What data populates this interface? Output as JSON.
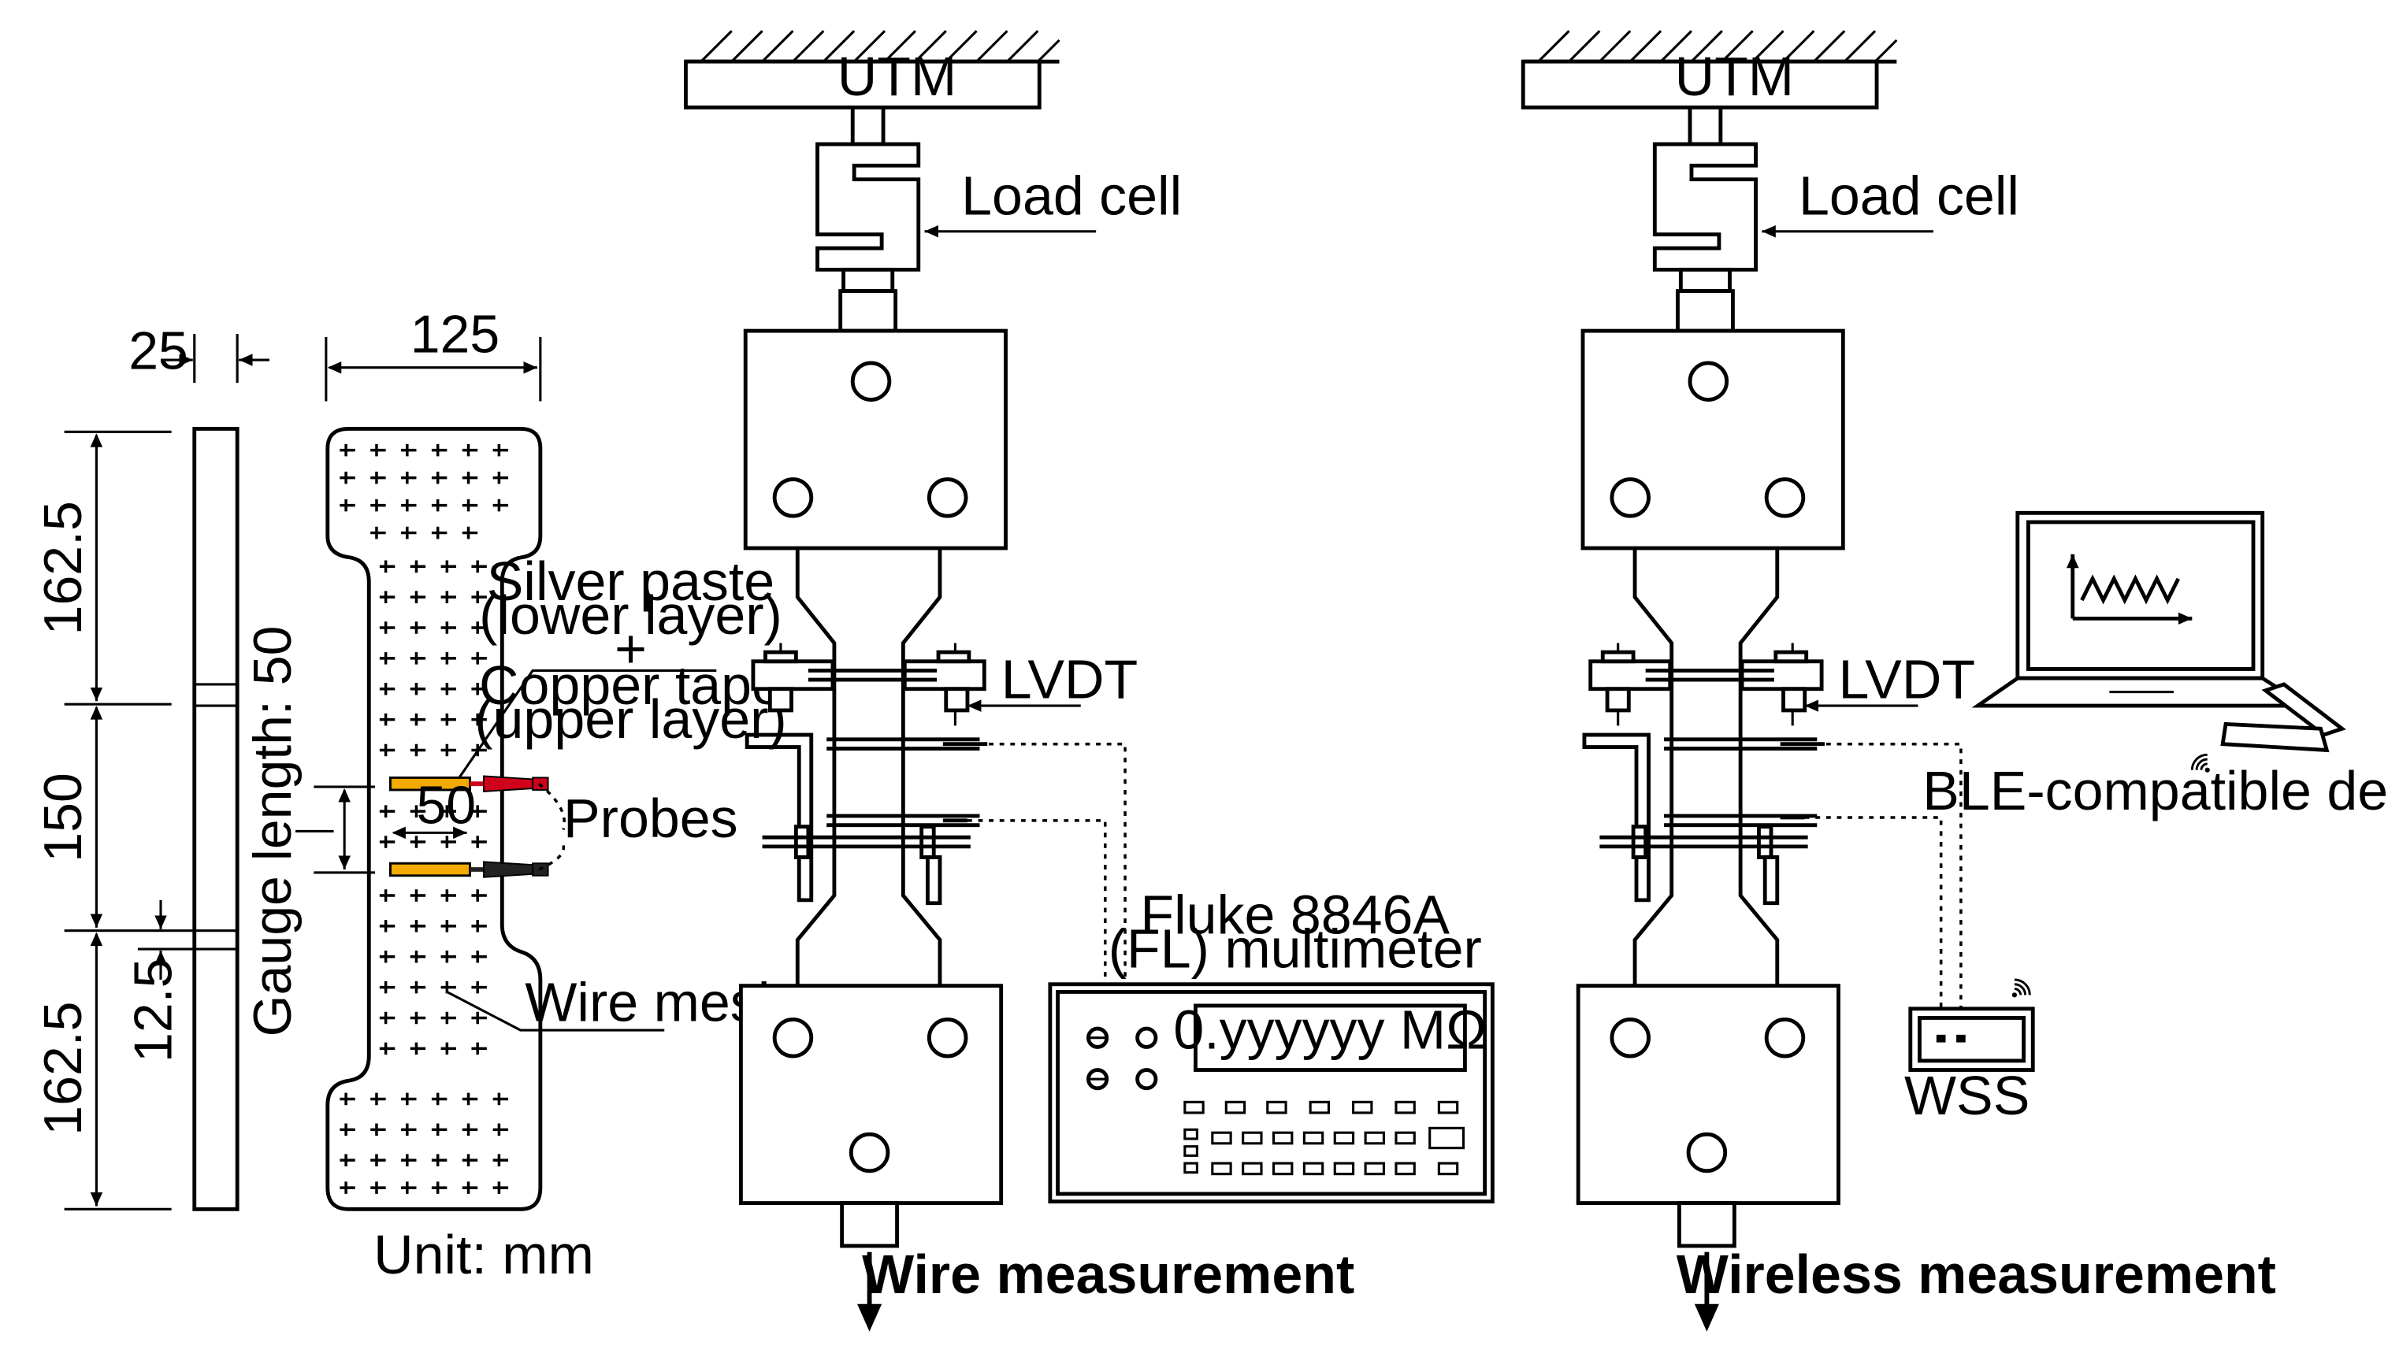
{
  "specimen": {
    "dim_thickness": "25",
    "dim_width": "125",
    "dim_top": "162.5",
    "dim_middle": "150",
    "dim_bottom": "162.5",
    "dim_small": "12.5",
    "gauge_length": "Gauge length: 50",
    "probe_gap": "50",
    "silver_paste_1": "Silver paste",
    "silver_paste_2": "(lower layer)",
    "plus": "+",
    "copper_tape_1": "Copper tape",
    "copper_tape_2": "(upper layer)",
    "probes": "Probes",
    "wire_mesh": "Wire mesh",
    "unit": "Unit: mm"
  },
  "wire_setup": {
    "utm": "UTM",
    "load_cell": "Load cell",
    "lvdt": "LVDT",
    "multimeter_1": "Fluke 8846A",
    "multimeter_2": "(FL) multimeter",
    "display": "0.yyyyyy MΩ",
    "caption": "Wire measurement"
  },
  "wireless_setup": {
    "utm": "UTM",
    "load_cell": "Load cell",
    "lvdt": "LVDT",
    "ble_device": "BLE-compatible device",
    "wss": "WSS",
    "caption": "Wireless measurement"
  },
  "colors": {
    "probe_red": "#d0021b",
    "probe_black": "#222222",
    "copper_band": "#f2a900"
  },
  "icons": [
    "fixed-support-hatch-icon",
    "down-arrow-icon",
    "wireless-signal-icon",
    "laptop-icon",
    "waveform-icon"
  ]
}
